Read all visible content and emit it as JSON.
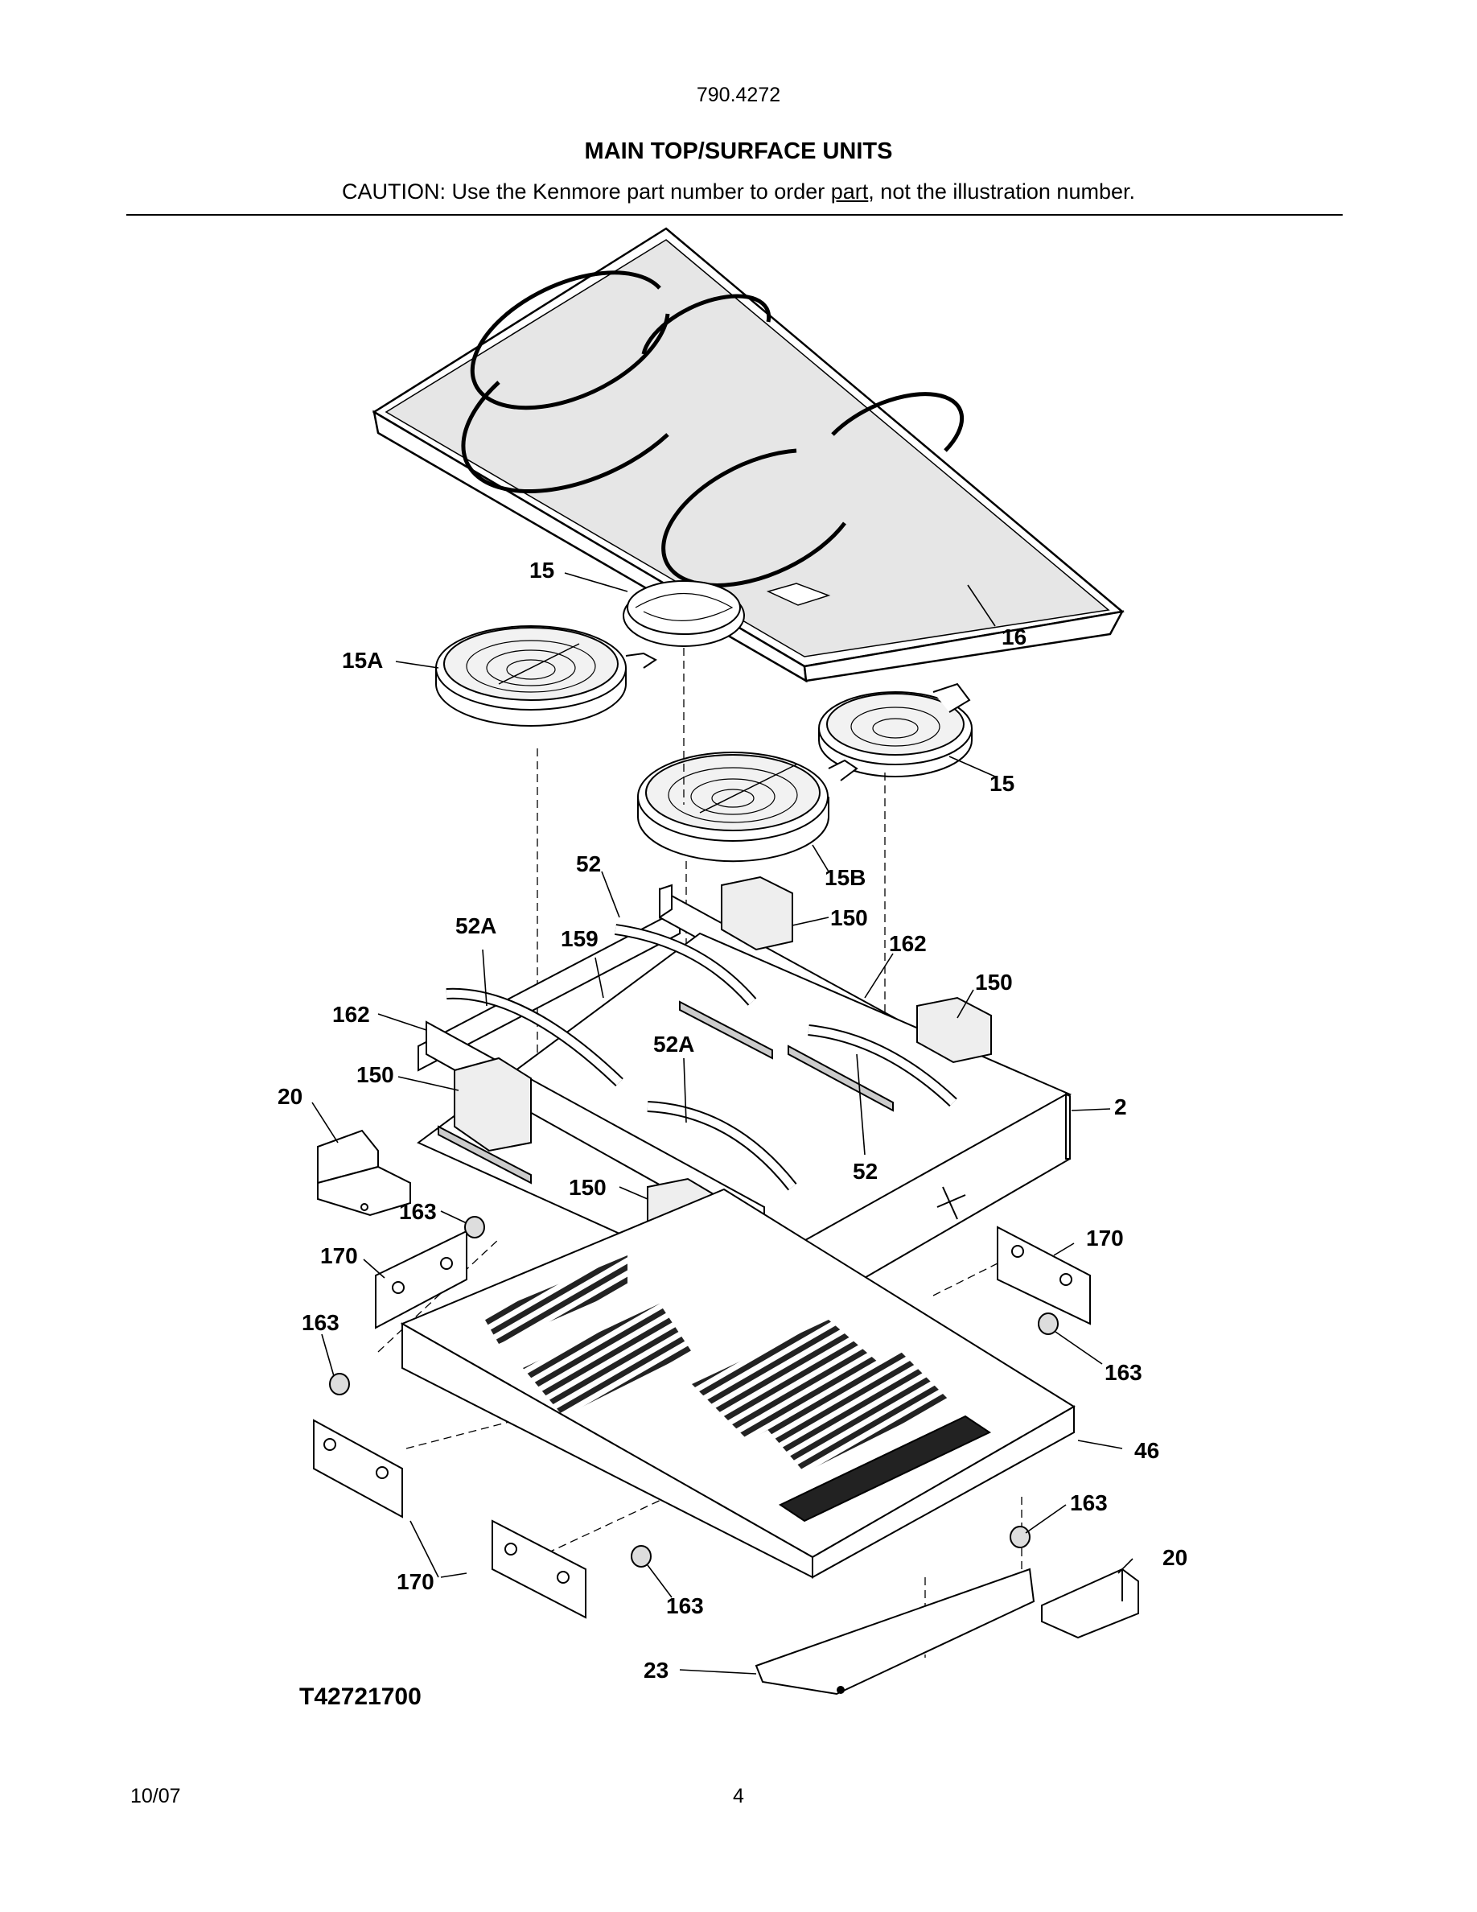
{
  "header": {
    "model": "790.4272",
    "title": "MAIN TOP/SURFACE UNITS",
    "caution_pre": "CAUTION: Use the Kenmore part number to order ",
    "caution_link": "part",
    "caution_post": ", not the illustration number."
  },
  "diagram": {
    "drawing_number": "T42721700",
    "callouts": {
      "c16": "16",
      "c15_top": "15",
      "c15a": "15A",
      "c15_right": "15",
      "c15b": "15B",
      "c52_top": "52",
      "c52a_left": "52A",
      "c159": "159",
      "c150_a": "150",
      "c162_right": "162",
      "c150_b": "150",
      "c162_left": "162",
      "c52a_mid": "52A",
      "c150_c": "150",
      "c20_left": "20",
      "c2": "2",
      "c52_mid": "52",
      "c150_d": "150",
      "c163_a": "163",
      "c170_a": "170",
      "c170_b": "170",
      "c163_b": "163",
      "c163_c": "163",
      "c46": "46",
      "c163_d": "163",
      "c20_right": "20",
      "c170_c": "170",
      "c163_e": "163",
      "c23": "23"
    }
  },
  "footer": {
    "date": "10/07",
    "page": "4"
  }
}
